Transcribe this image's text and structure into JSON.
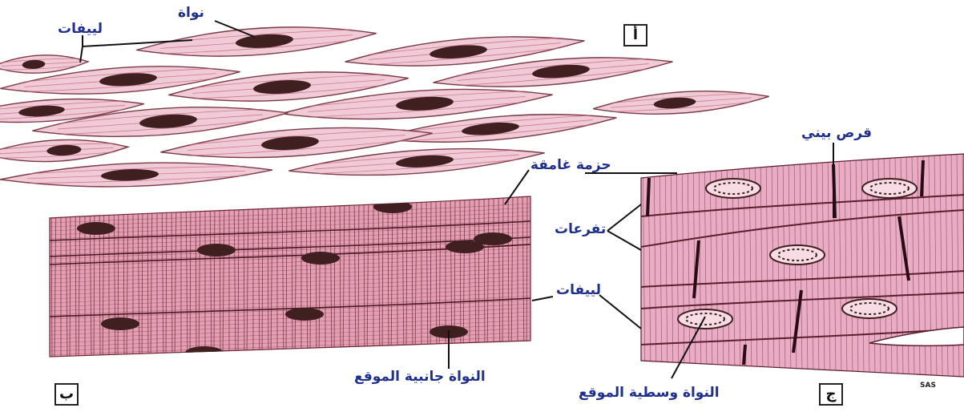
{
  "labels": {
    "nucleus": "نواة",
    "myofibrils_a": "لييفات",
    "dark_band": "حزمة غامقة",
    "branches": "تفرعات",
    "myofibrils_b": "لييفات",
    "peripheral_nucleus": "النواة جانبية الموقع",
    "intercalated_disc": "قرص بيني",
    "central_nucleus": "النواة وسطية الموقع",
    "panel_a": "أ",
    "panel_b": "ب",
    "panel_c": "ج",
    "signature": "SAS"
  },
  "colors": {
    "label": "#1f2f8c",
    "cell_fill": "#f0cad6",
    "cell_stroke": "#7a3a48",
    "nucleus": "#3f1f1f",
    "skeletal_bg": "#d98fa6",
    "skeletal_stripe": "#6b2432",
    "cardiac_bg": "#e7a7c0",
    "cardiac_line": "#5a1f2d"
  }
}
